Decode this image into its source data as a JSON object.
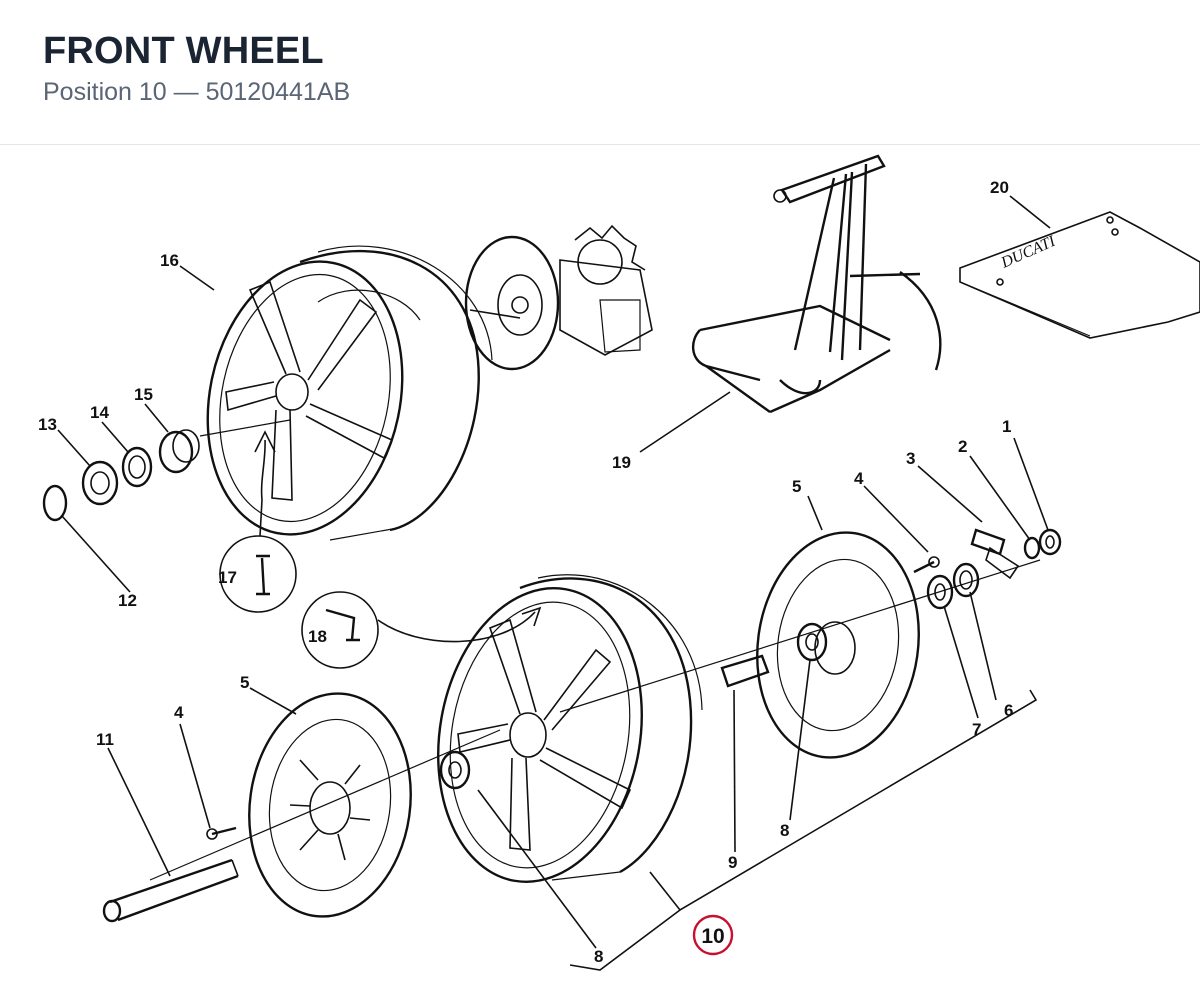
{
  "header": {
    "title": "FRONT WHEEL",
    "subtitle": "Position 10 — 50120441AB"
  },
  "labels": {
    "p1": "1",
    "p2": "2",
    "p3": "3",
    "p4a": "4",
    "p5a": "5",
    "p6": "6",
    "p7": "7",
    "p8a": "8",
    "p9": "9",
    "p10": "10",
    "p11": "11",
    "p4b": "4",
    "p5b": "5",
    "p8b": "8",
    "p12": "12",
    "p13": "13",
    "p14": "14",
    "p15": "15",
    "p16": "16",
    "p17": "17",
    "p18": "18",
    "p19": "19",
    "p20": "20"
  },
  "highlight_color": "#c8102e"
}
